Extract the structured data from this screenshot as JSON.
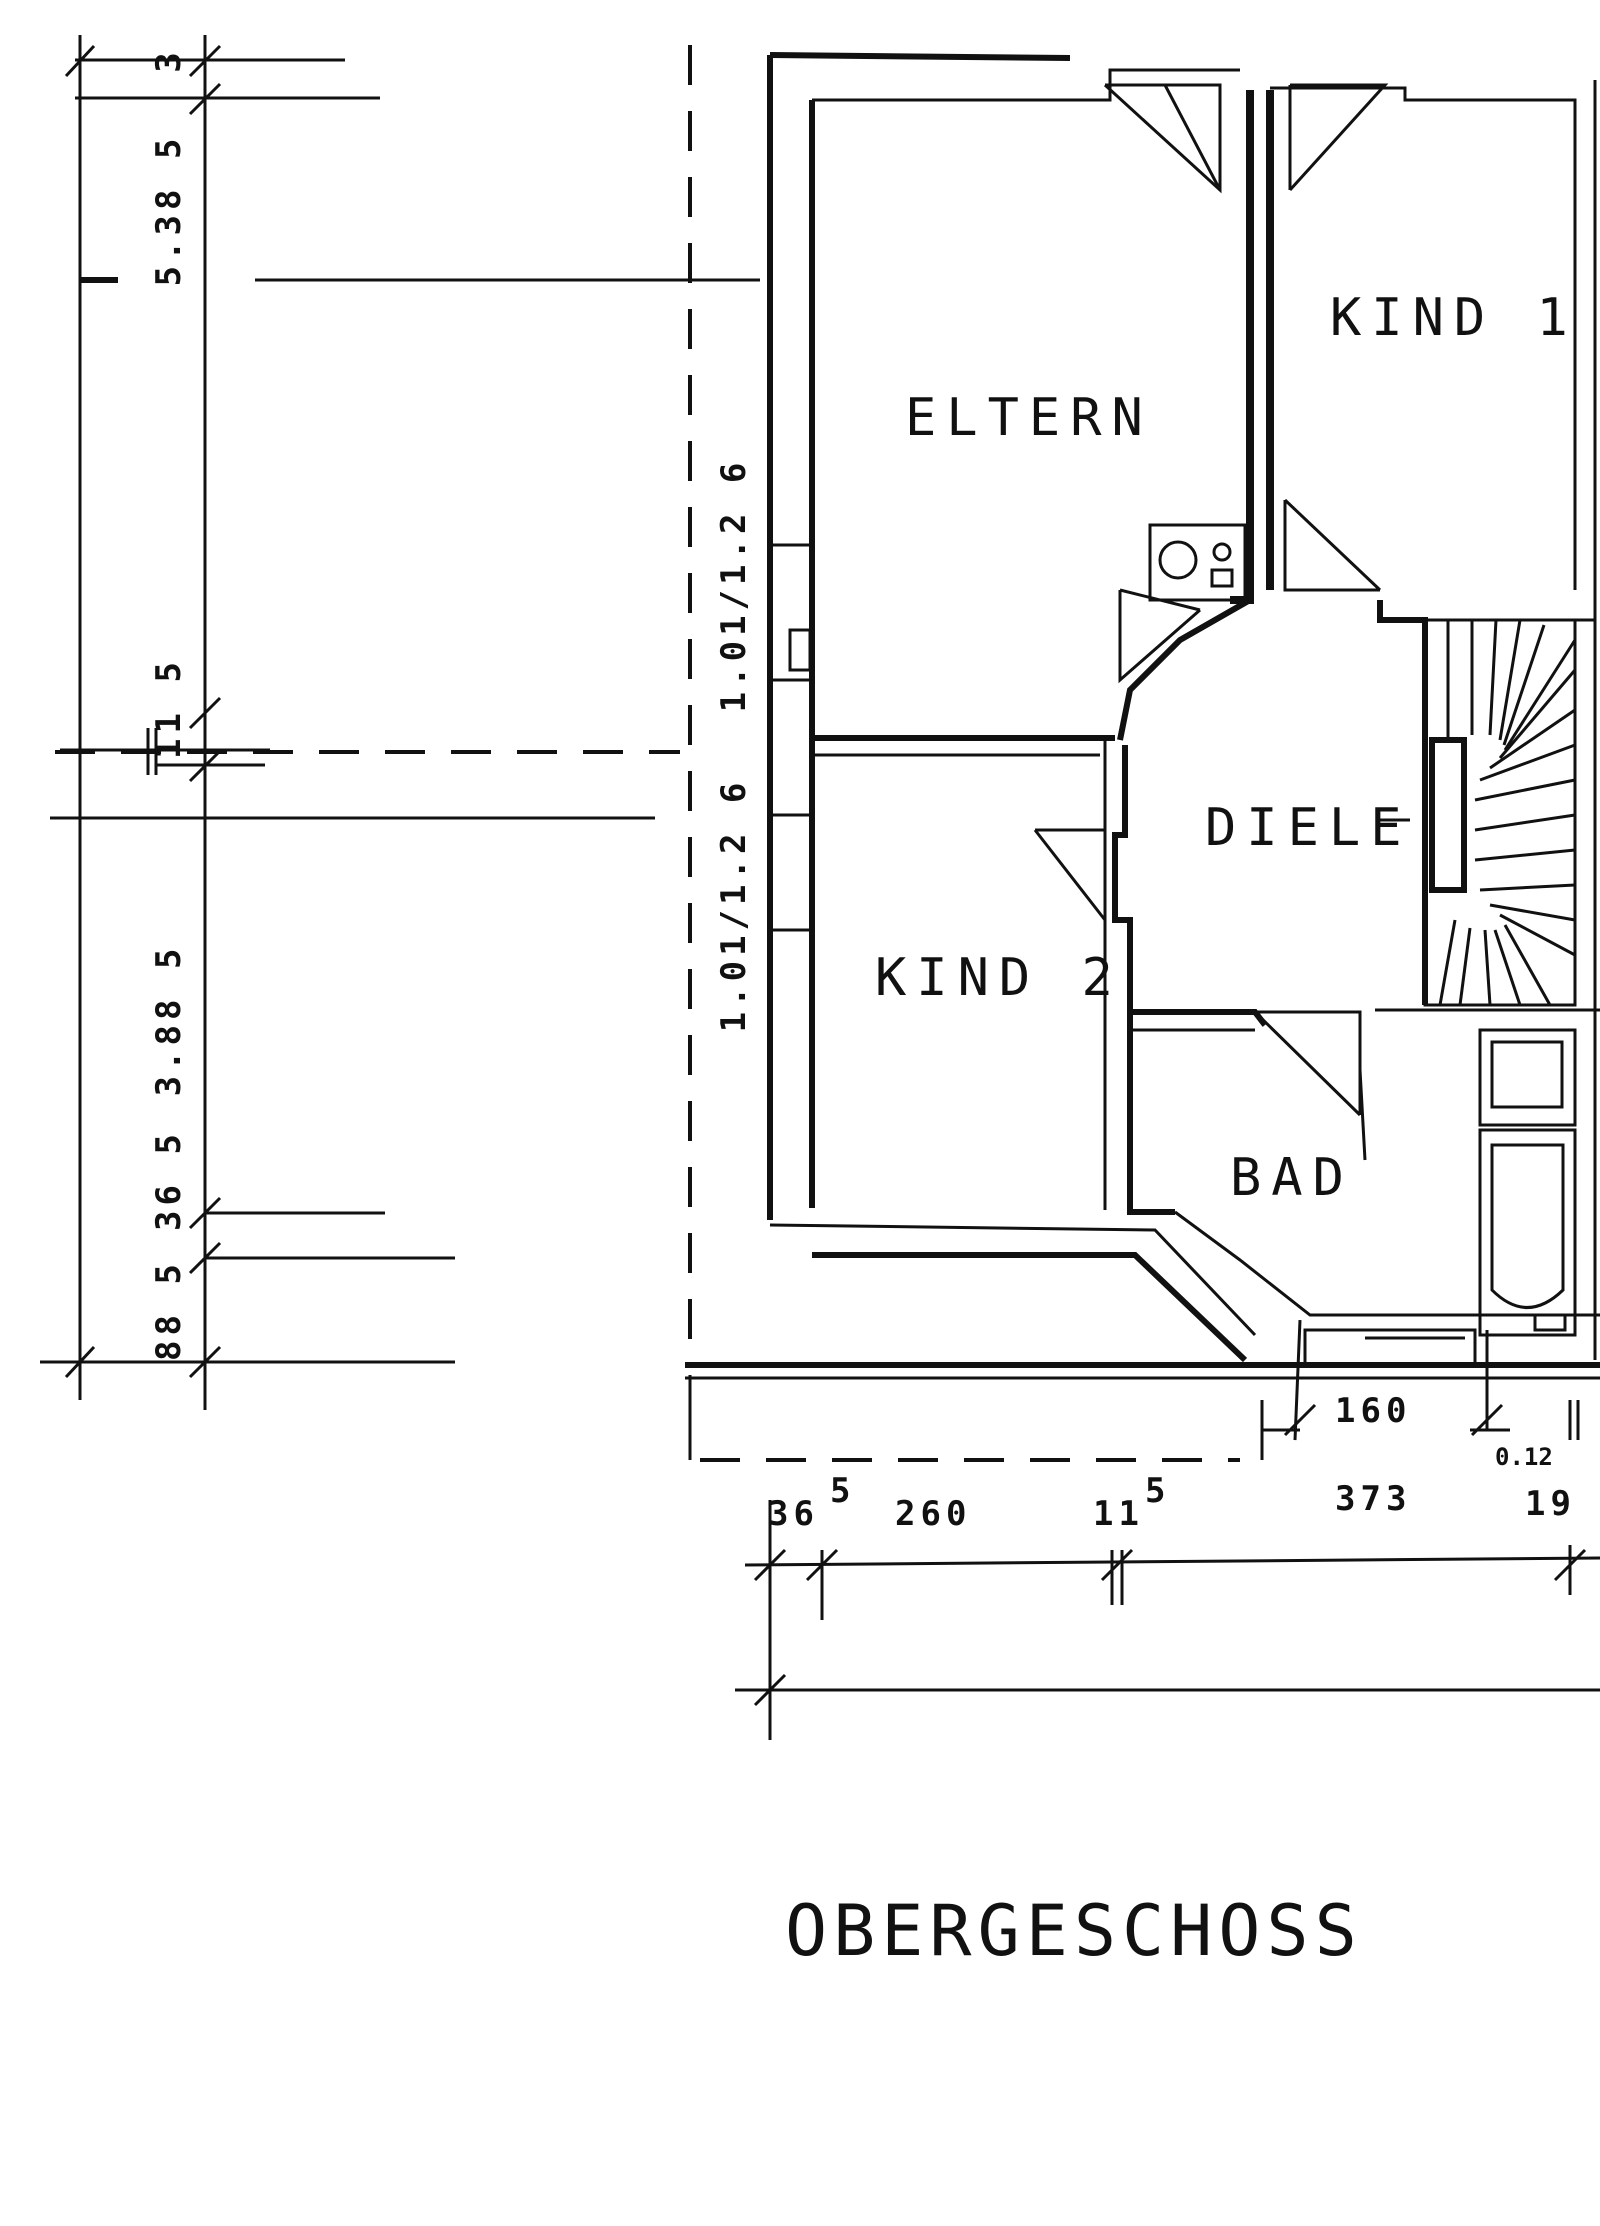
{
  "title": "OBERGESCHOSS",
  "rooms": {
    "eltern": "ELTERN",
    "kind1": "KIND 1",
    "kind2": "KIND 2",
    "diele": "DIELE",
    "bad": "BAD"
  },
  "window_labels": {
    "upper": "1.01/1.2 6",
    "lower": "1.01/1.2 6"
  },
  "dimensions_left": {
    "top": "3",
    "d1": "5.38 5",
    "d2": "11 5",
    "d3": "3.88 5",
    "d4": "36 5",
    "d5": "88 5"
  },
  "dimensions_bottom": {
    "a": "36",
    "a_sup": "5",
    "b": "260",
    "c": "11",
    "c_sup": "5",
    "d": "373",
    "e": "19",
    "f": "160",
    "g": "0.12"
  }
}
